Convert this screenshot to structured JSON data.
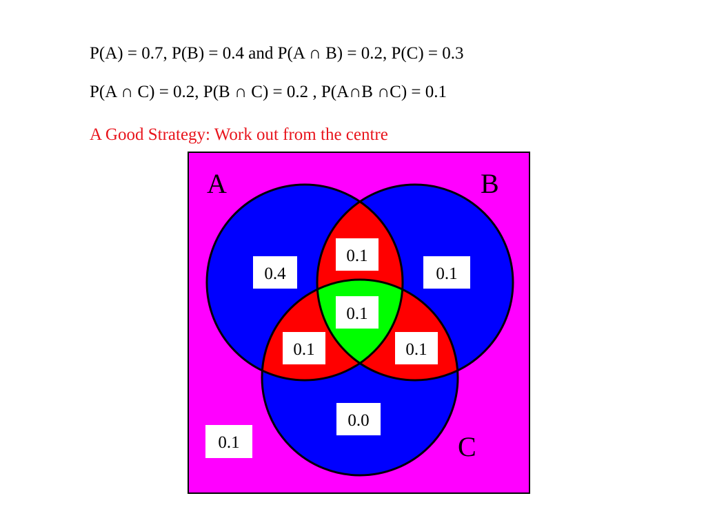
{
  "header": {
    "line1": "P(A) = 0.7, P(B) = 0.4 and P(A ∩ B) = 0.2,  P(C) = 0.3",
    "line2": "P(A ∩ C) = 0.2,  P(B ∩ C) = 0.2 , P(A∩B ∩C) = 0.1",
    "strategy": "A Good Strategy: Work out from the centre"
  },
  "venn": {
    "set_labels": {
      "a": "A",
      "b": "B",
      "c": "C"
    },
    "regions": {
      "a_only": "0.4",
      "b_only": "0.1",
      "c_only": "0.0",
      "ab_only": "0.1",
      "ac_only": "0.1",
      "bc_only": "0.1",
      "abc": "0.1",
      "outside": "0.1"
    },
    "colors": {
      "background": "#ff00ff",
      "single_region": "#0000ff",
      "pair_overlap": "#ff0000",
      "triple_overlap": "#00ff00",
      "outline": "#000000",
      "box_fill": "#ffffff",
      "strategy_text": "#e8141c"
    }
  }
}
